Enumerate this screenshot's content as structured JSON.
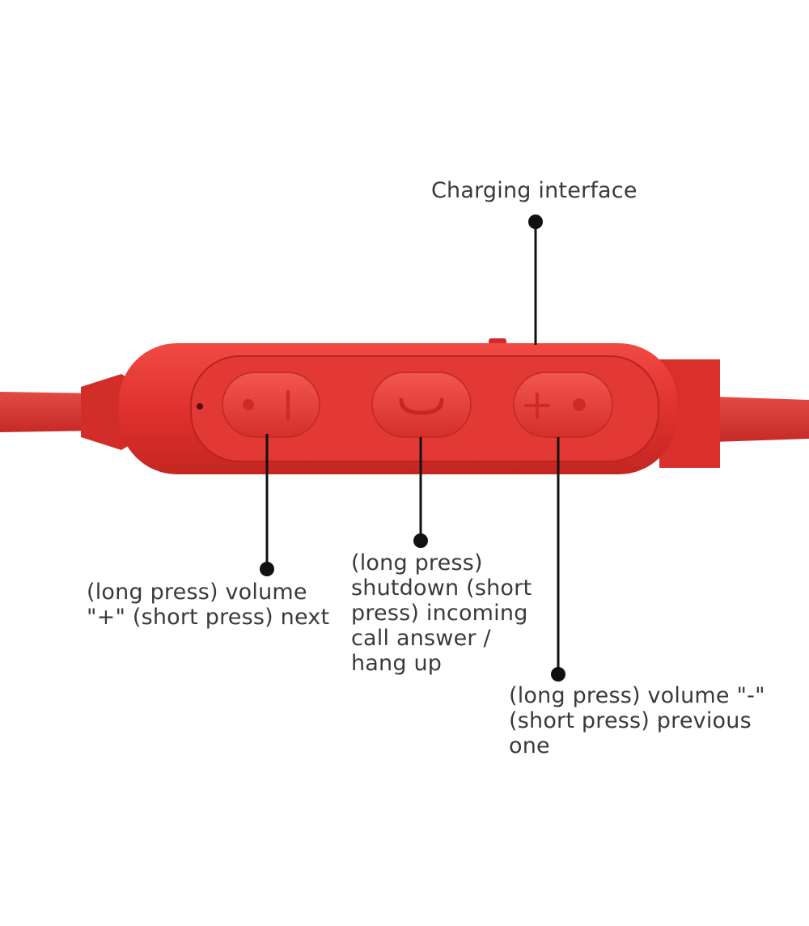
{
  "annotations": {
    "charging": "Charging interface",
    "volume_plus": "(long press) volume\n\"+\" (short press) next",
    "power": "(long press)\nshutdown (short\npress) incoming\ncall answer /\nhang up",
    "volume_minus": "(long press) volume \"-\"\n(short press) previous\none"
  },
  "colors": {
    "cable": "#d8332e",
    "body": "#e0322e",
    "face": "#e53a36",
    "button": "#e8403b",
    "leader": "#111111",
    "text": "#3a3a3a"
  }
}
